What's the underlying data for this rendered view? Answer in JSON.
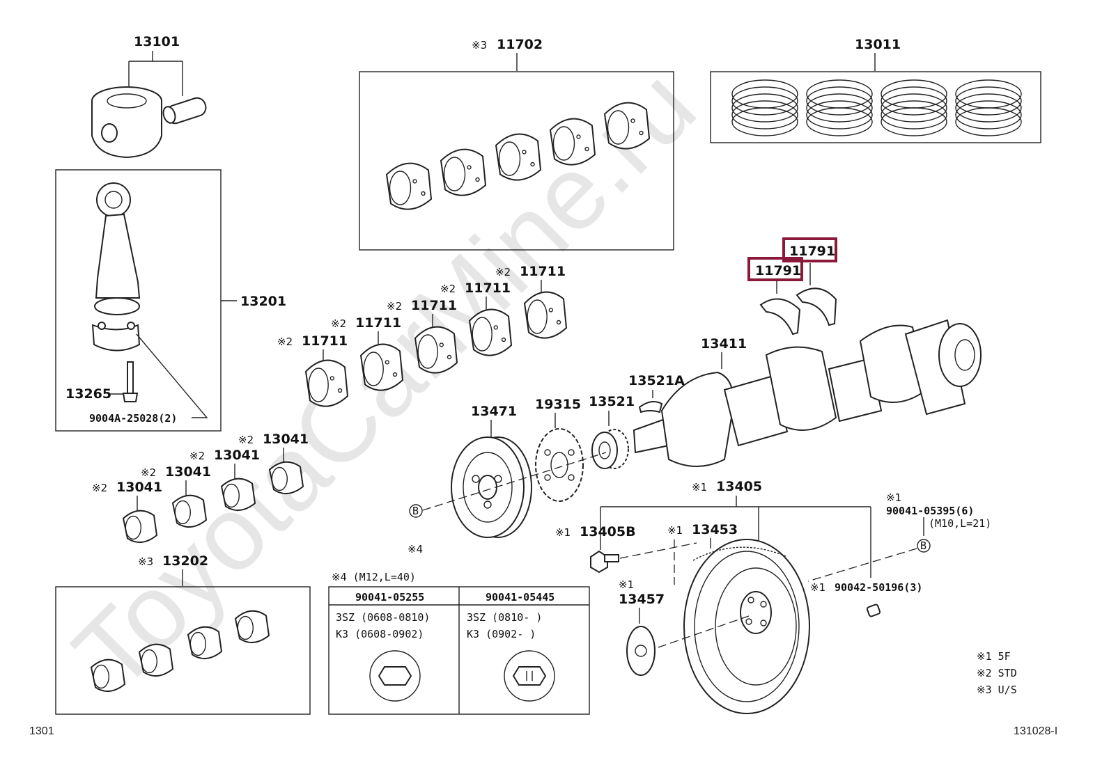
{
  "watermark": "ToyotaCarMine.ru",
  "page_left": "1301",
  "page_right": "131028-I",
  "parts": {
    "p13101": "13101",
    "p11702_sym": "※3",
    "p11702": "11702",
    "p13011": "13011",
    "p13201": "13201",
    "p13265": "13265",
    "p9004a": "9004A-25028(2)",
    "p11791a": "11791",
    "p11791b": "11791",
    "p11711_sym": "※2",
    "p11711": "11711",
    "p13411": "13411",
    "p13521a": "13521A",
    "p13471": "13471",
    "p19315": "19315",
    "p13521": "13521",
    "p13041_sym": "※2",
    "p13041": "13041",
    "p13405_sym": "※1",
    "p13405": "13405",
    "p90041_05395_sym": "※1",
    "p90041_05395": "90041-05395(6)",
    "p90041_05395_spec": "(M10,L=21)",
    "p13405b_sym": "※1",
    "p13405b": "13405B",
    "p13453_sym": "※1",
    "p13453": "13453",
    "p13457_sym": "※1",
    "p13457": "13457",
    "p90042_sym": "※1",
    "p90042": "90042-50196(3)",
    "p13202_sym": "※3",
    "p13202": "13202",
    "ref_b": "B",
    "ref4": "※4"
  },
  "bolt_table": {
    "title": "※4 (M12,L=40)",
    "col1_header": "90041-05255",
    "col2_header": "90041-05445",
    "col1_row1": "3SZ (0608-0810)",
    "col1_row2": "K3  (0608-0902)",
    "col2_row1": "3SZ (0810-     )",
    "col2_row2": "K3  (0902-     )"
  },
  "legend": {
    "l1": "※1 5F",
    "l2": "※2 STD",
    "l3": "※3 U/S"
  },
  "colors": {
    "highlight": "#8b1a3a",
    "line": "#222222"
  }
}
